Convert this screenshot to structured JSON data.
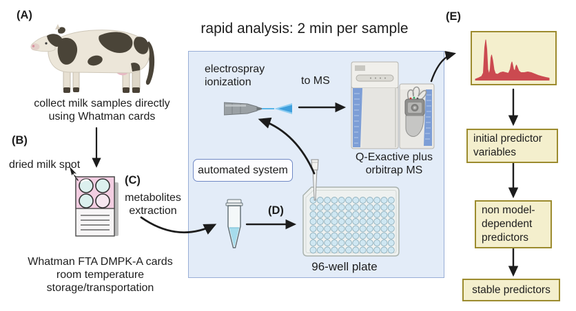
{
  "title": "rapid analysis: 2 min per sample",
  "panel_labels": {
    "a": "(A)",
    "b": "(B)",
    "c": "(C)",
    "d": "(D)",
    "e": "(E)"
  },
  "collection": {
    "collect_caption": "collect milk samples directly\nusing Whatman cards",
    "dried_milk_spot": "dried milk spot",
    "metabolites": "metabolites\nextraction",
    "card_caption": "Whatman FTA DMPK-A cards\nroom temperature\nstorage/transportation"
  },
  "analysis": {
    "electrospray": "electrospray\nionization",
    "to_ms": "to MS",
    "automated_system": "automated system",
    "instrument": "Q-Exactive plus\norbitrap MS",
    "plate_caption": "96-well plate"
  },
  "pipeline": {
    "initial": "initial predictor\nvariables",
    "non_model": "non model-\ndependent\npredictors",
    "stable": "stable predictors"
  },
  "colors": {
    "analysis_box_bg": "#e3ecf8",
    "analysis_box_border": "#97add6",
    "automated_box_border": "#6f88c5",
    "result_box_bg": "#f4efcd",
    "result_box_border": "#9c8b2e",
    "chromatogram_red": "#cb4a50",
    "well_blue": "#cfe7f2",
    "card_pink": "#f3cee2",
    "arrow_black": "#1c1c1c"
  }
}
